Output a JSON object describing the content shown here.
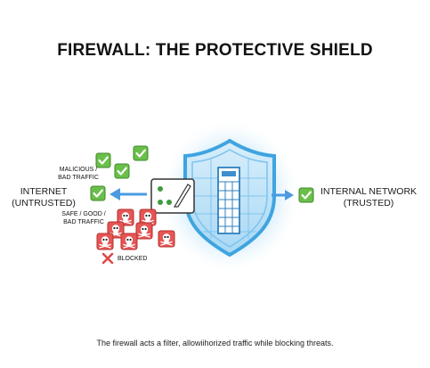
{
  "title": "FIREWALL: THE PROTECTIVE SHIELD",
  "internet": {
    "line1": "INTERNET",
    "line2": "(UNTRUSTED)"
  },
  "internal": {
    "line1": "INTERNAL NETWORK",
    "line2": "(TRUSTED)"
  },
  "malicious_label": {
    "line1": "MALICIOUS /",
    "line2": "BAD TRAFFIC"
  },
  "safe_label": {
    "line1": "SAFE / GOOD /",
    "line2": "BAD TRAFFIC"
  },
  "blocked_label": "BLOCKED",
  "caption": "The firewall acts a filter, allowiihorized traffic while blocking threats.",
  "colors": {
    "safe_green": "#6abf4b",
    "threat_red": "#e04848",
    "shield_blue": "#3fa4e0",
    "arrow_blue": "#4a9be0"
  },
  "icons": [
    "check-icon",
    "skull-icon",
    "shield-icon",
    "server-icon",
    "arrow-icon",
    "x-icon"
  ]
}
